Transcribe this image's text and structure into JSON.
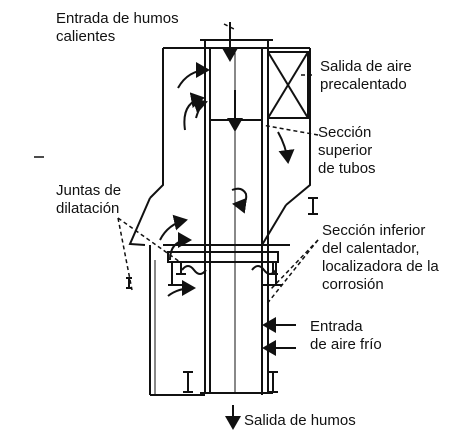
{
  "colors": {
    "ink": "#111111",
    "paper": "#ffffff"
  },
  "labels": {
    "flue_gas_inlet": [
      "Entrada de humos",
      "calientes"
    ],
    "preheated_air_outlet": [
      "Salida de aire",
      "precalentado"
    ],
    "upper_tube_section": [
      "Sección",
      "superior",
      "de tubos"
    ],
    "expansion_joints": [
      "Juntas de",
      "dilatación"
    ],
    "lower_section": [
      "Sección inferior",
      "del calentador,",
      "localizadora de la",
      "corrosión"
    ],
    "cold_air_inlet": [
      "Entrada",
      "de aire frío"
    ],
    "flue_gas_outlet": "Salida de humos"
  },
  "icons": {
    "flow_arrow": "arrow-icon",
    "outlet_arrow": "down-arrow-icon"
  }
}
